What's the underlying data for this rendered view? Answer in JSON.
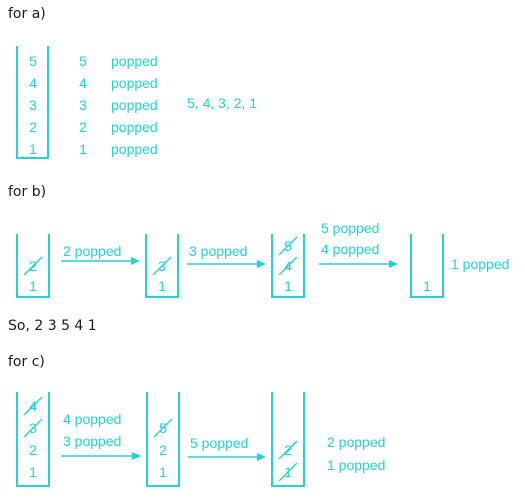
{
  "labels": {
    "a": "for a)",
    "b": "for b)",
    "c": "for c)",
    "so": "So, 2 3 5 4 1"
  },
  "colors": {
    "ink": "#22d3d3",
    "text": "#1a1a1a"
  },
  "part_a": {
    "stack": [
      "5",
      "4",
      "3",
      "2",
      "1"
    ],
    "popped_numbers": [
      "5",
      "4",
      "3",
      "2",
      "1"
    ],
    "popped_word": "popped",
    "sequence": "5, 4, 3, 2, 1"
  },
  "part_b": {
    "stacks": [
      {
        "items": [
          {
            "v": "2",
            "crossed": true
          },
          {
            "v": "1",
            "crossed": false
          }
        ]
      },
      {
        "items": [
          {
            "v": "3",
            "crossed": true
          },
          {
            "v": "1",
            "crossed": false
          }
        ]
      },
      {
        "items": [
          {
            "v": "5",
            "crossed": true
          },
          {
            "v": "4",
            "crossed": true
          },
          {
            "v": "1",
            "crossed": false
          }
        ]
      },
      {
        "items": [
          {
            "v": "1",
            "crossed": false
          }
        ]
      }
    ],
    "arrow_labels": [
      [
        "2 popped"
      ],
      [
        "3 popped"
      ],
      [
        "5 popped",
        "4 popped"
      ]
    ],
    "final": "1 popped"
  },
  "part_c": {
    "stacks": [
      {
        "items": [
          {
            "v": "4",
            "crossed": true
          },
          {
            "v": "3",
            "crossed": true
          },
          {
            "v": "2",
            "crossed": false
          },
          {
            "v": "1",
            "crossed": false
          }
        ]
      },
      {
        "items": [
          {
            "v": "5",
            "crossed": true
          },
          {
            "v": "2",
            "crossed": false
          },
          {
            "v": "1",
            "crossed": false
          }
        ]
      },
      {
        "items": [
          {
            "v": "2",
            "crossed": true
          },
          {
            "v": "1",
            "crossed": true
          }
        ]
      }
    ],
    "arrow_labels": [
      [
        "4 popped",
        "3 popped"
      ],
      [
        "5 popped"
      ]
    ],
    "final": [
      "2 popped",
      "1 popped"
    ]
  }
}
